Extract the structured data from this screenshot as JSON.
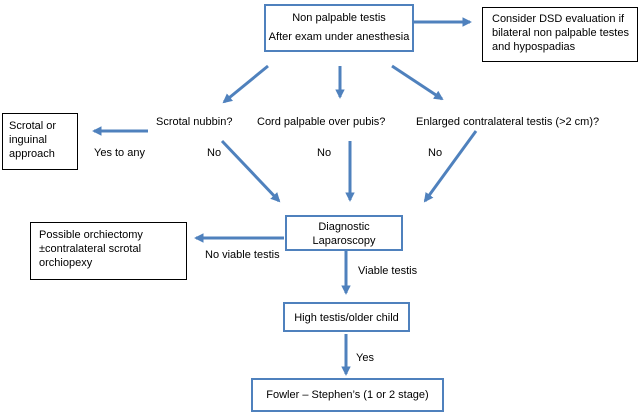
{
  "colors": {
    "arrow": "#4f81bd",
    "box_border_blue": "#4f81bd",
    "box_border_black": "#000000",
    "text": "#000000"
  },
  "nodes": {
    "start": {
      "line1": "Non palpable testis",
      "line2": "After exam under anesthesia"
    },
    "dsd": {
      "line1": "Consider DSD evaluation if",
      "line2": "bilateral non palpable testes",
      "line3": "and hypospadias"
    },
    "scrotal_approach": {
      "line1": "Scrotal or",
      "line2": "inguinal",
      "line3": "approach"
    },
    "question_nubbin": "Scrotal nubbin?",
    "question_cord": "Cord palpable over pubis?",
    "question_enlarged": "Enlarged contralateral testis (>2 cm)?",
    "laparoscopy": {
      "line1": "Diagnostic",
      "line2": "Laparoscopy"
    },
    "orchiectomy": {
      "line1": "Possible orchiectomy",
      "line2": "±contralateral scrotal",
      "line3": "orchiopexy"
    },
    "high_testis": "High testis/older child",
    "fowler": "Fowler – Stephen’s (1 or 2 stage)"
  },
  "edge_labels": {
    "yes_to_any": "Yes to any",
    "no_nubbin": "No",
    "no_cord": "No",
    "no_enlarged": "No",
    "no_viable": "No viable testis",
    "viable": "Viable testis",
    "yes": "Yes"
  }
}
